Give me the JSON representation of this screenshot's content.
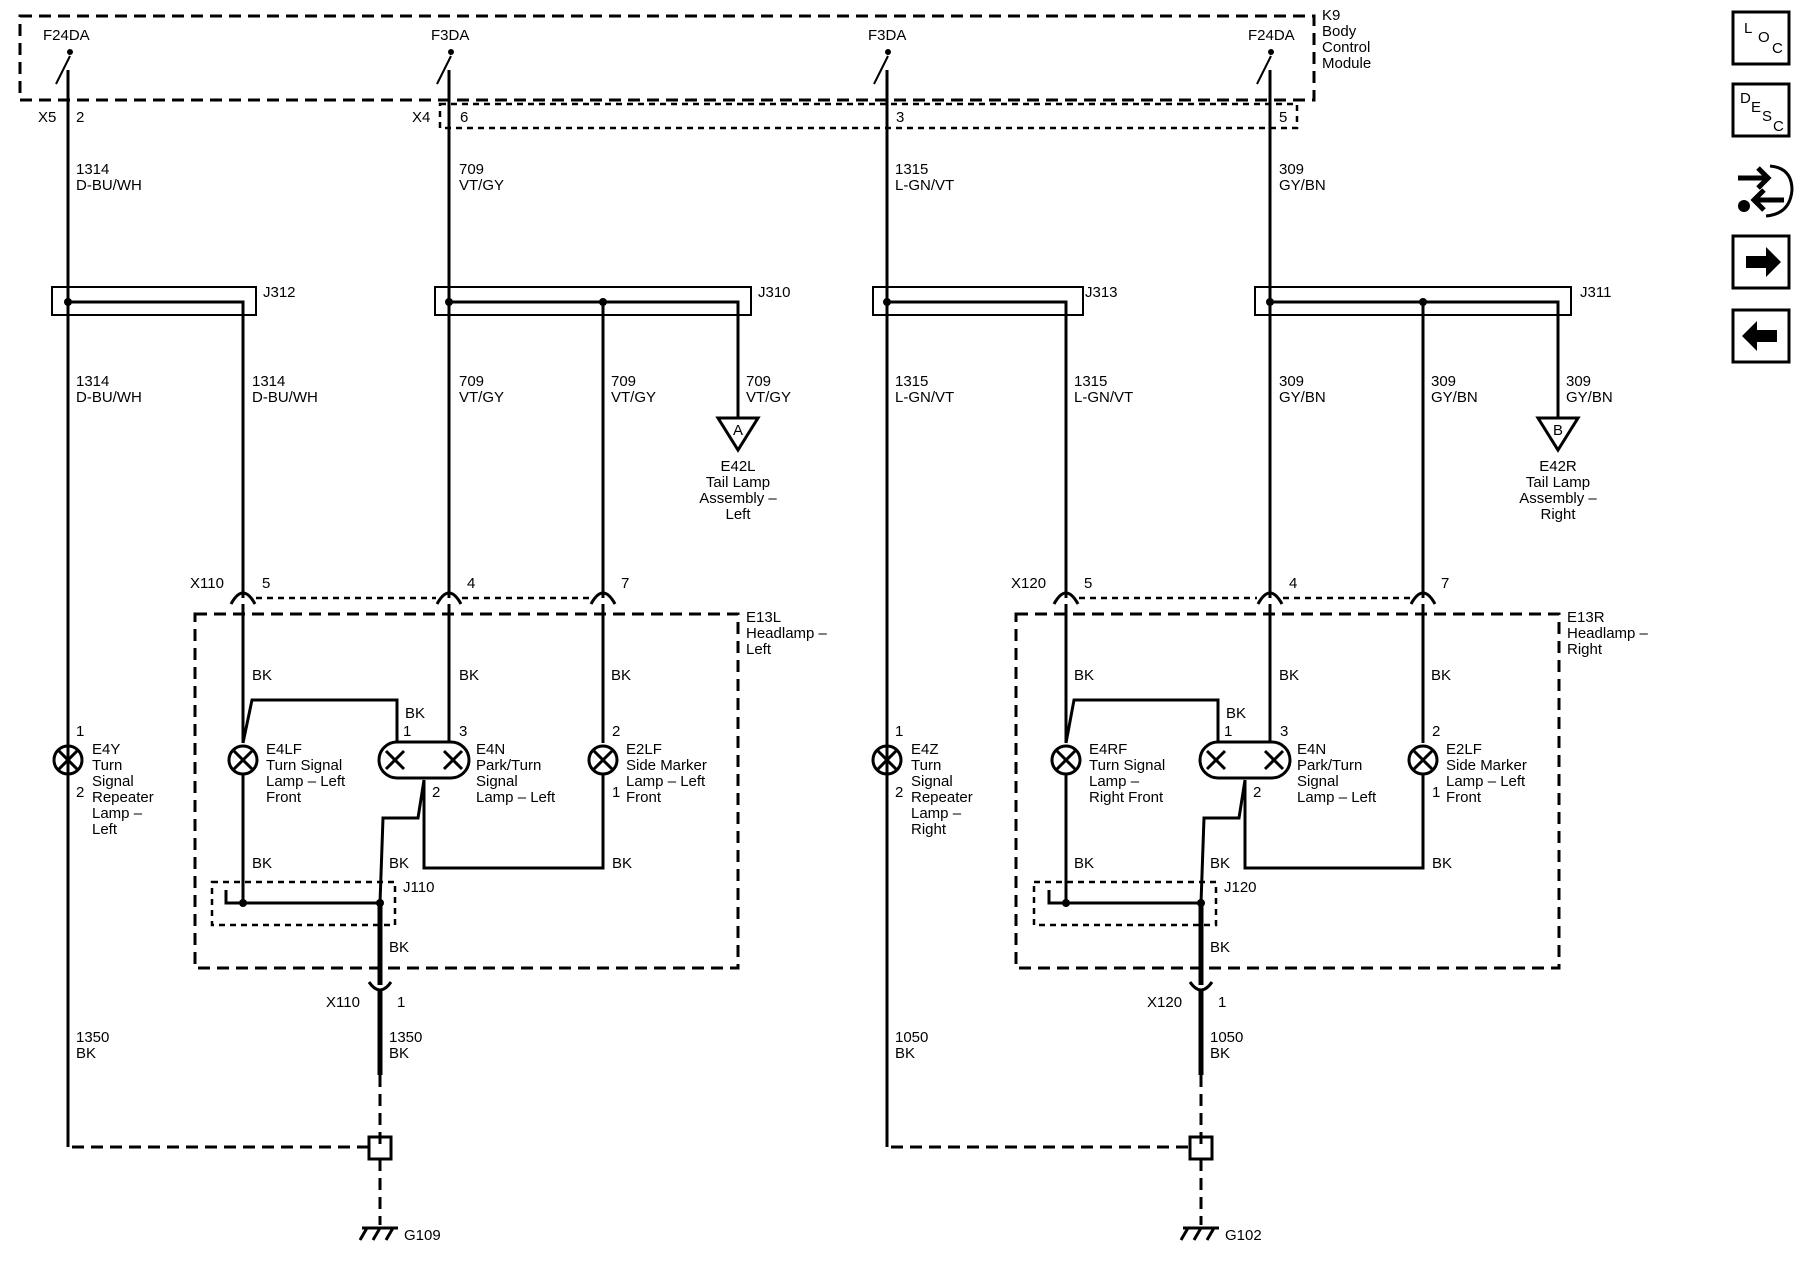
{
  "module": {
    "id": "K9",
    "name_lines": [
      "Body",
      "Control",
      "Module"
    ]
  },
  "fuses": [
    "F24DA",
    "F3DA",
    "F3DA",
    "F24DA"
  ],
  "connectors": {
    "x5": "X5",
    "x4": "X4",
    "x110": "X110",
    "x120": "X120"
  },
  "pins": {
    "c1_top": "2",
    "c2_top": "6",
    "c3_top": "3",
    "c4_top": "5",
    "x110": [
      "5",
      "4",
      "7"
    ],
    "x120": [
      "5",
      "4",
      "7"
    ],
    "x110_bottom": "1",
    "x120_bottom": "1",
    "lamp_1": "1",
    "lamp_2": "2",
    "lamp_3": "3"
  },
  "wires": {
    "w1314": [
      "1314",
      "D-BU/WH"
    ],
    "w709": [
      "709",
      "VT/GY"
    ],
    "w1315": [
      "1315",
      "L-GN/VT"
    ],
    "w309": [
      "309",
      "GY/BN"
    ],
    "w1350": [
      "1350",
      "BK"
    ],
    "w1050": [
      "1050",
      "BK"
    ],
    "bk": "BK"
  },
  "splices": {
    "j312": "J312",
    "j310": "J310",
    "j313": "J313",
    "j311": "J311",
    "j110": "J110",
    "j120": "J120"
  },
  "offpage": {
    "a": {
      "letter": "A",
      "lines": [
        "E42L",
        "Tail Lamp",
        "Assembly –",
        "Left"
      ]
    },
    "b": {
      "letter": "B",
      "lines": [
        "E42R",
        "Tail Lamp",
        "Assembly –",
        "Right"
      ]
    }
  },
  "headlamps": {
    "left": [
      "E13L",
      "Headlamp –",
      "Left"
    ],
    "right": [
      "E13R",
      "Headlamp –",
      "Right"
    ]
  },
  "lamps": {
    "e4y": [
      "E4Y",
      "Turn",
      "Signal",
      "Repeater",
      "Lamp –",
      "Left"
    ],
    "e4lf": [
      "E4LF",
      "Turn Signal",
      "Lamp – Left",
      "Front"
    ],
    "e4n_l": [
      "E4N",
      "Park/Turn",
      "Signal",
      "Lamp – Left"
    ],
    "e2lf_l": [
      "E2LF",
      "Side Marker",
      "Lamp – Left",
      "Front"
    ],
    "e4z": [
      "E4Z",
      "Turn",
      "Signal",
      "Repeater",
      "Lamp –",
      "Right"
    ],
    "e4rf": [
      "E4RF",
      "Turn Signal",
      "Lamp –",
      "Right Front"
    ],
    "e4n_r": [
      "E4N",
      "Park/Turn",
      "Signal",
      "Lamp – Left"
    ],
    "e2lf_r": [
      "E2LF",
      "Side Marker",
      "Lamp – Left",
      "Front"
    ]
  },
  "grounds": {
    "g109": "G109",
    "g102": "G102"
  },
  "nav": {
    "loc": [
      "L",
      "O",
      "C"
    ],
    "desc": [
      "D",
      "E",
      "S",
      "C"
    ],
    "icons": [
      "connector-icon",
      "arrow-right-icon",
      "arrow-left-icon"
    ]
  }
}
